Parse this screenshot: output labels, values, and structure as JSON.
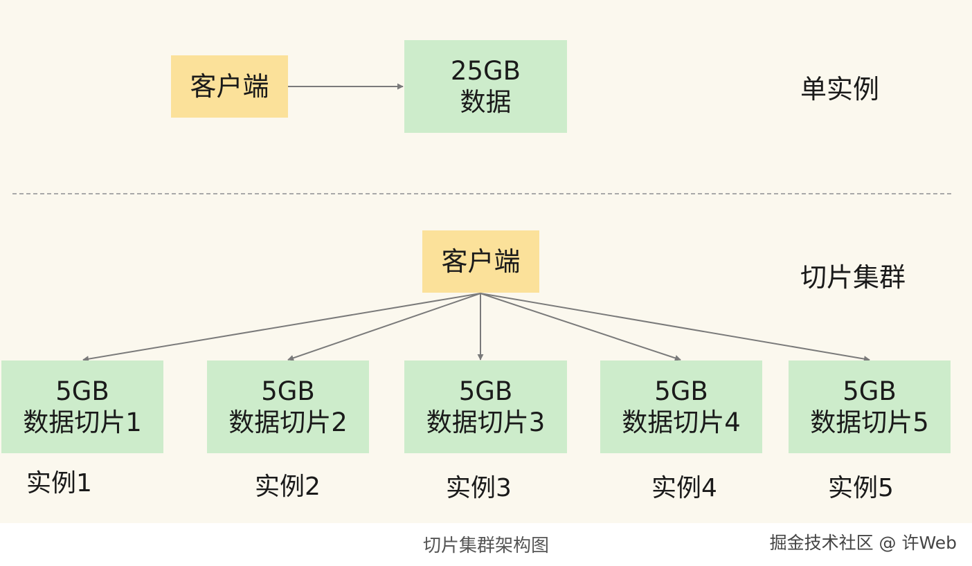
{
  "single": {
    "client_label": "客户端",
    "data_line1": "25GB",
    "data_line2": "数据",
    "side_label": "单实例"
  },
  "cluster": {
    "client_label": "客户端",
    "side_label": "切片集群",
    "shards": [
      {
        "size": "5GB",
        "name": "数据切片1",
        "instance": "实例1"
      },
      {
        "size": "5GB",
        "name": "数据切片2",
        "instance": "实例2"
      },
      {
        "size": "5GB",
        "name": "数据切片3",
        "instance": "实例3"
      },
      {
        "size": "5GB",
        "name": "数据切片4",
        "instance": "实例4"
      },
      {
        "size": "5GB",
        "name": "数据切片5",
        "instance": "实例5"
      }
    ]
  },
  "caption": "切片集群架构图",
  "watermark": "掘金技术社区 @ 许Web",
  "colors": {
    "client_fill": "#fbe19a",
    "data_fill": "#cdeccb",
    "background": "#fbf8ee",
    "arrow": "#7a7a7a"
  }
}
